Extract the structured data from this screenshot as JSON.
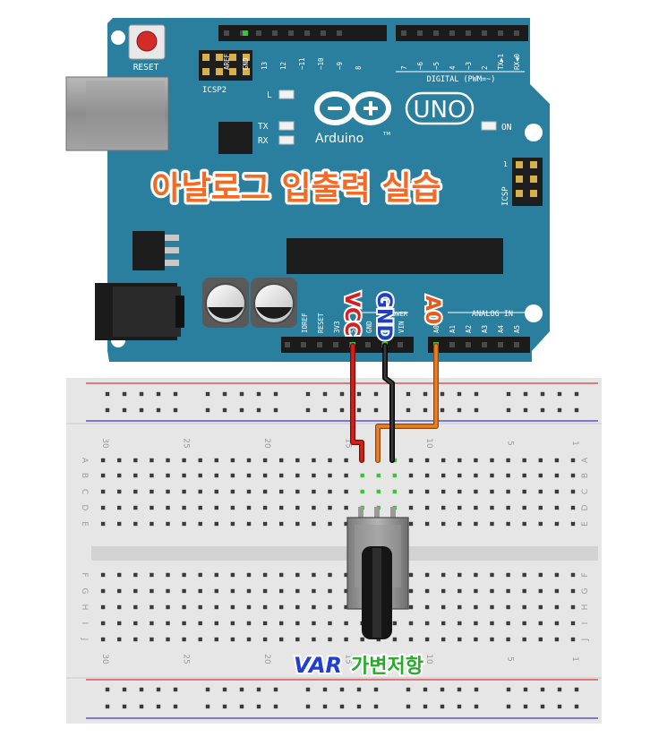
{
  "board": {
    "reset_label": "RESET",
    "icsp2_label": "ICSP2",
    "icsp_label": "ICSP",
    "icsp_pin1": "1",
    "l_label": "L",
    "tx_label": "TX",
    "rx_label": "RX",
    "on_label": "ON",
    "logo_text": "Arduino",
    "tm": "TM",
    "uno_text": "UNO",
    "digital_label": "DIGITAL (PWM=~)",
    "analog_label": "ANALOG IN",
    "power_label": "POWER",
    "header_top_left": [
      "AREF",
      "GND",
      "13",
      "12",
      "~11",
      "~10",
      "~9",
      "8"
    ],
    "header_top_right": [
      "7",
      "~6",
      "~5",
      "4",
      "~3",
      "2",
      "TX▶1",
      "RX◀0"
    ],
    "power_pins": [
      "IOREF",
      "RESET",
      "3V3",
      "5V",
      "GND",
      "GND",
      "VIN"
    ],
    "analog_pins": [
      "A0",
      "A1",
      "A2",
      "A3",
      "A4",
      "A5"
    ]
  },
  "title": "아날로그 입출력 실습",
  "annotations": {
    "vcc": "VCC",
    "gnd": "GND",
    "a0": "A0",
    "var_prefix": "VAR",
    "var_suffix": "가변저항"
  },
  "breadboard": {
    "col_numbers": [
      "30",
      "25",
      "20",
      "15",
      "10",
      "5",
      "1"
    ],
    "row_letters_top": [
      "A",
      "B",
      "C",
      "D",
      "E"
    ],
    "row_letters_bottom": [
      "F",
      "G",
      "H",
      "I",
      "J"
    ]
  },
  "colors": {
    "board": "#2a7f9e",
    "wire_vcc": "#c8190f",
    "wire_gnd": "#1a1a1a",
    "wire_a0": "#e0701c",
    "title": "#f26a24",
    "vcc": "#d42020",
    "gnd": "#2040c0",
    "var_blue": "#1e3fd0",
    "var_green": "#2aa82a"
  }
}
